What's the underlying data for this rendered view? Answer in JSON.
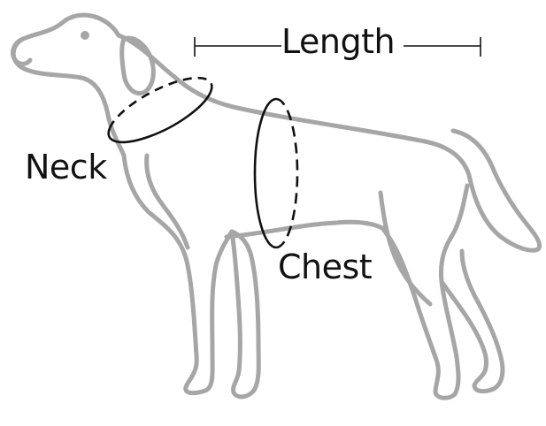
{
  "labels": {
    "length": "Length",
    "neck": "Neck",
    "chest": "Chest"
  },
  "colors": {
    "outline": "#a6a6a6",
    "marker": "#111111",
    "background": "#ffffff"
  }
}
